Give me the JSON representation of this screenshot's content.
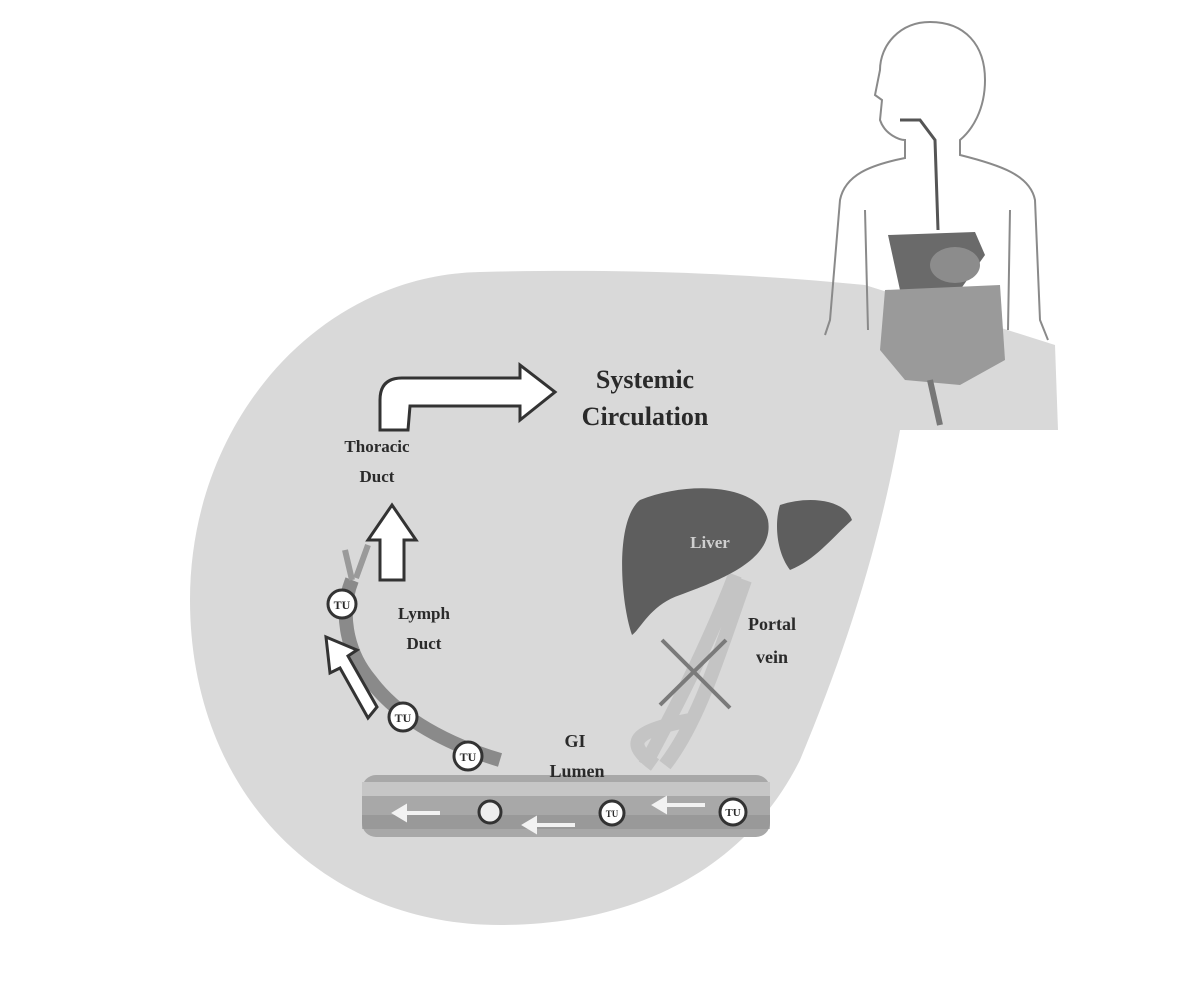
{
  "labels": {
    "systemic_line1": "Systemic",
    "systemic_line2": "Circulation",
    "thoracic_line1": "Thoracic",
    "thoracic_line2": "Duct",
    "lymph_line1": "Lymph",
    "lymph_line2": "Duct",
    "liver": "Liver",
    "portal_line1": "Portal",
    "portal_line2": "vein",
    "gi_line1": "GI",
    "gi_line2": "Lumen",
    "tu": "TU"
  },
  "colors": {
    "blob": "#d9d9d9",
    "liver": "#5e5e5e",
    "duct": "#8a8a8a",
    "lumen": "#a8a8a8"
  }
}
